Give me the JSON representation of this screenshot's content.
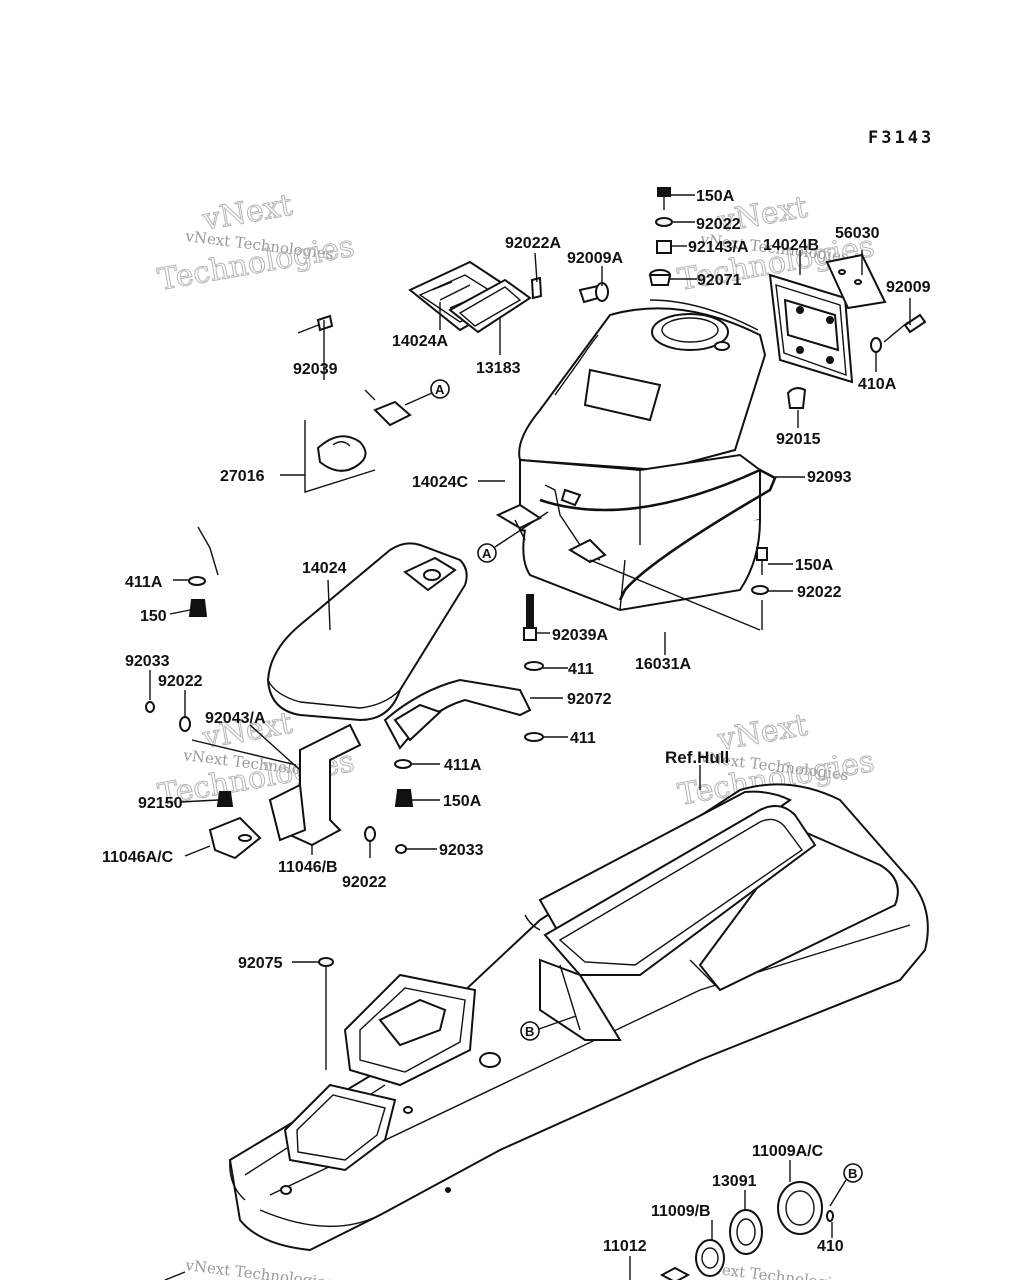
{
  "diagram": {
    "code": "F3143",
    "reference": "Ref.Hull",
    "watermark": [
      "vNext Technologies",
      "vNext",
      "Technologies"
    ],
    "callouts": [
      "A",
      "B"
    ],
    "part_labels": [
      "150A",
      "92022",
      "92143/A",
      "14024B",
      "56030",
      "92022A",
      "92009A",
      "92071",
      "92009",
      "14024A",
      "13183",
      "410A",
      "92039",
      "92015",
      "27016",
      "14024C",
      "92093",
      "150A",
      "411A",
      "14024",
      "92022",
      "150",
      "92039A",
      "16031A",
      "411",
      "92033",
      "92022",
      "92072",
      "92043/A",
      "411",
      "411A",
      "92150",
      "150A",
      "11046A/C",
      "11046/B",
      "92033",
      "92022",
      "92075",
      "11009A/C",
      "13091",
      "11009/B",
      "410",
      "11012"
    ]
  }
}
